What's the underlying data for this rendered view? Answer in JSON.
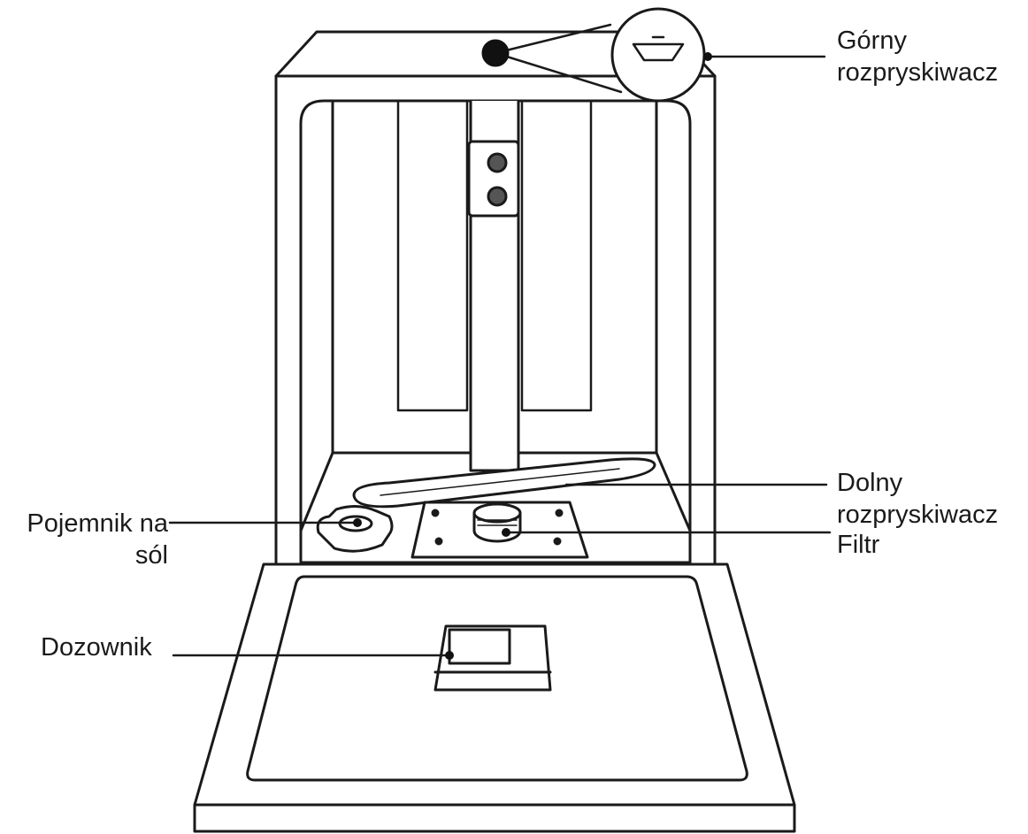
{
  "labels": {
    "upper_spray_arm": [
      "Górny",
      "rozpryskiwacz"
    ],
    "lower_spray_arm": [
      "Dolny",
      "rozpryskiwacz"
    ],
    "filter": "Filtr",
    "salt_container": [
      "Pojemnik na",
      "sól"
    ],
    "dispenser": "Dozownik"
  },
  "colors": {
    "line": "#1a1a1a",
    "fill": "#ffffff",
    "marker": "#111111"
  }
}
